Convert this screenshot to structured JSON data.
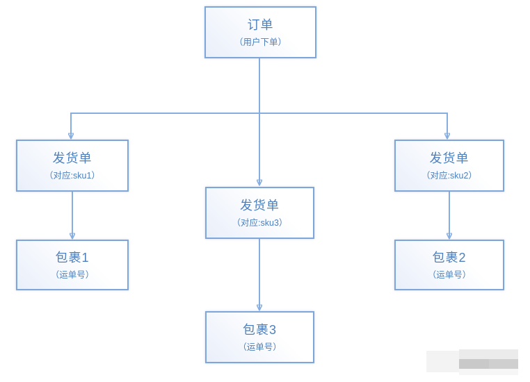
{
  "diagram": {
    "type": "flowchart",
    "description": "Order splitting into shipment orders and packages",
    "nodes": {
      "order": {
        "title": "订单",
        "subtitle": "（用户下单）"
      },
      "shipment_sku1": {
        "title": "发货单",
        "subtitle": "（对应:sku1）"
      },
      "shipment_sku3": {
        "title": "发货单",
        "subtitle": "（对应:sku3）"
      },
      "shipment_sku2": {
        "title": "发货单",
        "subtitle": "（对应:sku2）"
      },
      "package1": {
        "title": "包裹1",
        "subtitle": "（运单号）"
      },
      "package2": {
        "title": "包裹2",
        "subtitle": "（运单号）"
      },
      "package3": {
        "title": "包裹3",
        "subtitle": "（运单号）"
      }
    },
    "edges": [
      {
        "from": "order",
        "to": "shipment_sku1"
      },
      {
        "from": "order",
        "to": "shipment_sku3"
      },
      {
        "from": "order",
        "to": "shipment_sku2"
      },
      {
        "from": "shipment_sku1",
        "to": "package1"
      },
      {
        "from": "shipment_sku3",
        "to": "package3"
      },
      {
        "from": "shipment_sku2",
        "to": "package2"
      }
    ],
    "colors": {
      "box_border": "#7ea6d8",
      "box_fill_top": "#ffffff",
      "box_fill_bottom": "#e9effa",
      "text": "#4e80bd",
      "line": "#86ade0",
      "arrowhead": "#4a7ebb"
    },
    "watermark": {
      "name": "pixelated-watermark"
    }
  }
}
